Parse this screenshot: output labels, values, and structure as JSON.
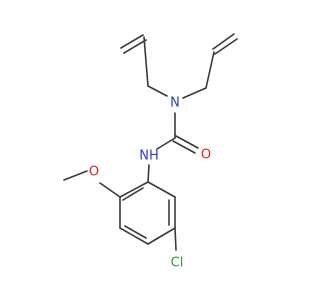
{
  "molecule": {
    "atoms": {
      "nitrogen_amine": "N",
      "nitrogen_amide": "NH",
      "oxygen_carbonyl": "O",
      "oxygen_ether": "O",
      "chlorine": "Cl"
    },
    "colors": {
      "bond": "#3a3a3a",
      "nitrogen": "#2a3bd6",
      "oxygen": "#e0211c",
      "chlorine": "#2f9e2f"
    }
  }
}
